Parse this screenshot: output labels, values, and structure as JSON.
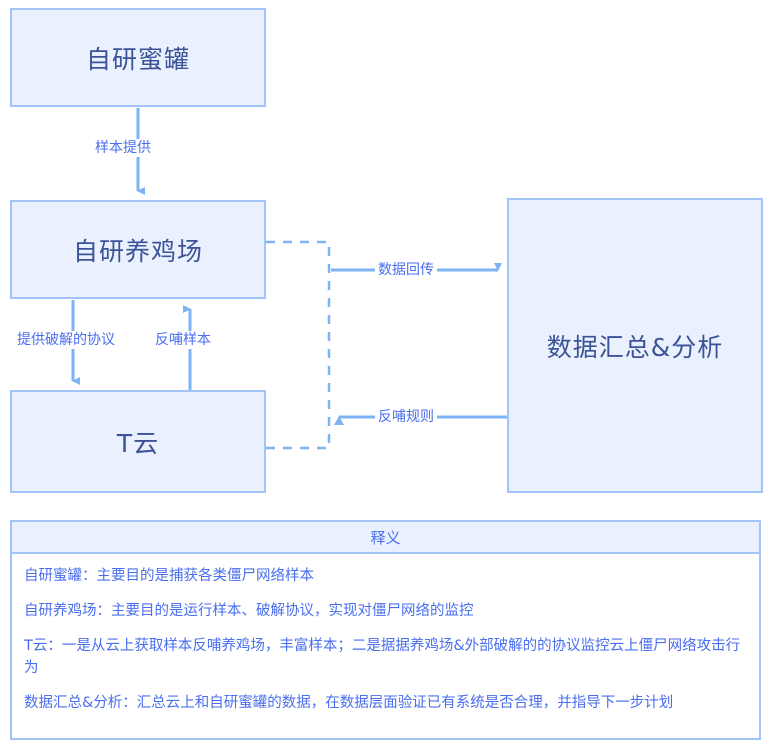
{
  "colors": {
    "node_fill": "#eaf0fd",
    "node_border": "#a2c4f7",
    "node_text": "#3b5397",
    "edge_line": "#7eb3f5",
    "label_text": "#4a6ef0",
    "legend_header_fill": "#eaf0fd",
    "page_background": "#ffffff"
  },
  "nodes": {
    "honeypot": "自研蜜罐",
    "farm": "自研养鸡场",
    "tcloud": "T云",
    "analysis": "数据汇总&分析"
  },
  "edges": {
    "sample_supply": "样本提供",
    "cracked_protocol": "提供破解的协议",
    "feedback_sample": "反哺样本",
    "data_return": "数据回传",
    "feedback_rule": "反哺规则"
  },
  "legend": {
    "header": "释义",
    "rows": [
      "自研蜜罐：主要目的是捕获各类僵尸网络样本",
      "自研养鸡场：主要目的是运行样本、破解协议，实现对僵尸网络的监控",
      "T云：一是从云上获取样本反哺养鸡场，丰富样本；二是据据养鸡场&外部破解的的协议监控云上僵尸网络攻击行为",
      "数据汇总&分析：汇总云上和自研蜜罐的数据，在数据层面验证已有系统是否合理，并指导下一步计划"
    ]
  }
}
